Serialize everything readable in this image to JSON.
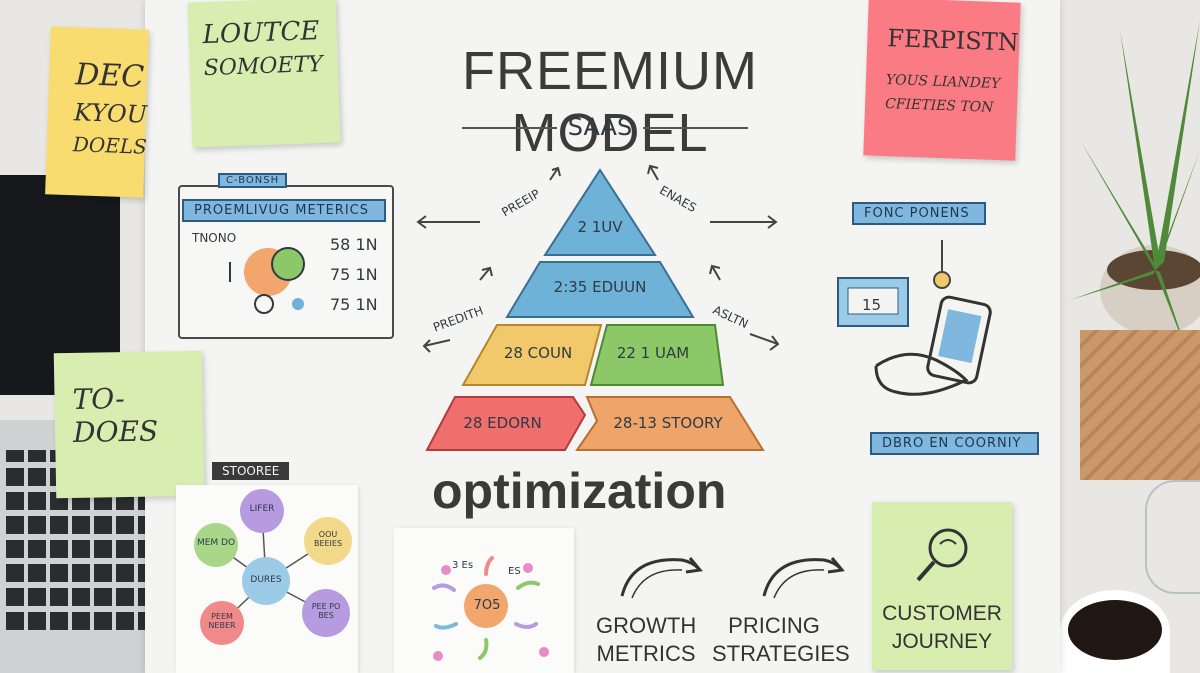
{
  "title": "FREEMIUM MODEL",
  "subtitle": "SAAS",
  "optimization": "optimization",
  "notes": {
    "top_left_yellow": [
      "DEC",
      "KYOU",
      "DOELS"
    ],
    "top_green": [
      "LOUTCE",
      "SOMOETY"
    ],
    "top_right_pink": [
      "FERPISTN",
      "YOUS LIANDEY",
      "CFIETIES TON"
    ],
    "mid_left_green": "TO-DOES",
    "bottom_right_green": [
      "CUSTOMER",
      "JOURNEY"
    ]
  },
  "metrics_panel": {
    "small_tag": "C-BONSH",
    "banner": "PROEMLIVUG METERICS",
    "side_label": "TNONO",
    "values": [
      "58 1N",
      "75 1N",
      "75 1N"
    ]
  },
  "pyramid": {
    "tiers": [
      "2 1UV",
      "2:35 EDUUN",
      "28 COUN",
      "22 1 UAM",
      "28 EDORN",
      "28-13 STOORY"
    ],
    "left_labels": [
      "PREEIP",
      "PREDITH"
    ],
    "right_labels": [
      "ENAES",
      "ASLTN"
    ]
  },
  "right_panel": {
    "banner_top": "FONC PONENS",
    "screen_value": "15",
    "banner_bottom": "DBRO EN COORNIY"
  },
  "mindmap": {
    "tag": "STOOREE",
    "nodes": [
      "LIFER",
      "MEM DO",
      "OOU BEEIES",
      "DURES",
      "PEEM NEBER",
      "PEE PO BES"
    ]
  },
  "flower": {
    "center": "7O5",
    "labels": [
      "3 Es",
      "ES"
    ]
  },
  "bottom": {
    "growth": [
      "GROWTH",
      "METRICS"
    ],
    "pricing": [
      "PRICING",
      "STRATEGIES"
    ]
  },
  "colors": {
    "pyramid_blue": "#6fb2d8",
    "pyramid_yellow": "#f2c96a",
    "pyramid_green": "#8cc868",
    "pyramid_red": "#ef6f6f",
    "pyramid_orange": "#efa46a",
    "sticky_yellow": "#f8dc70",
    "sticky_green": "#d8eeb0",
    "sticky_pink": "#fb7b84"
  }
}
